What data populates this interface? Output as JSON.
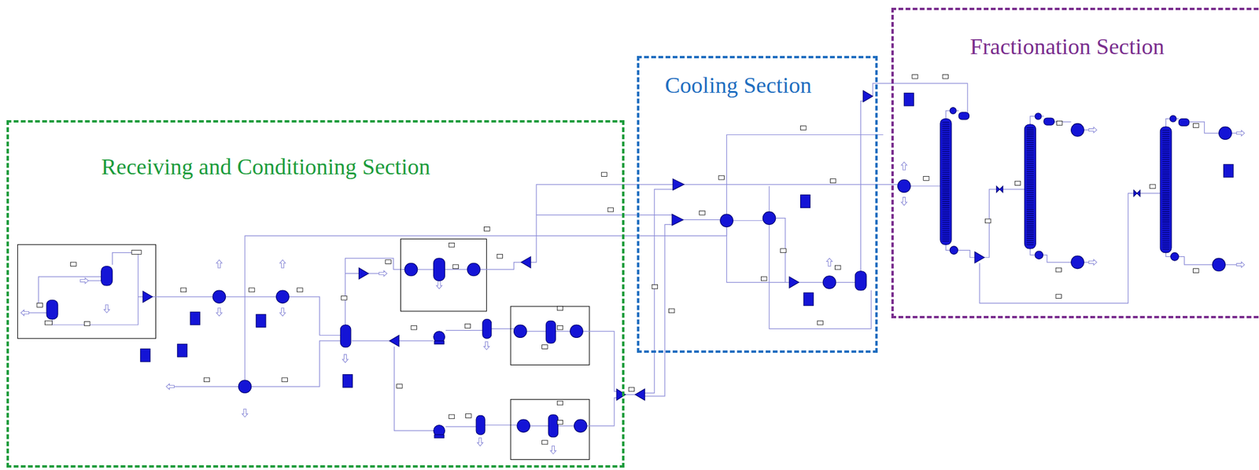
{
  "diagram": {
    "nodes": [
      {
        "text": [
          "Receiving and Conditioning Section"
        ]
      },
      {
        "text": [
          "Cooling Section"
        ]
      },
      {
        "text": [
          "Fractionation Section"
        ]
      }
    ]
  }
}
